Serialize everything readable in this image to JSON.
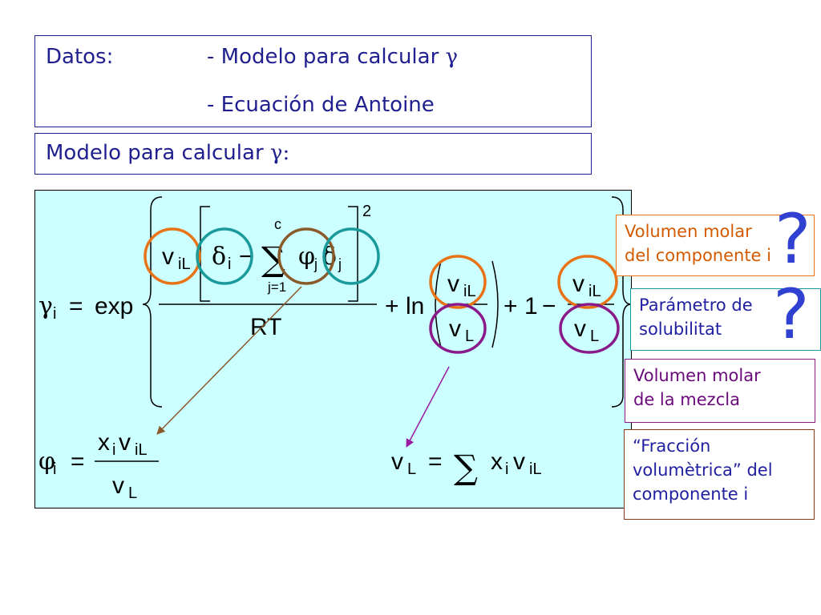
{
  "datos": {
    "label": "Datos:",
    "item1": "- Modelo para calcular ",
    "item1_symbol": "γ",
    "item2": "- Ecuación de Antoine"
  },
  "modelo": {
    "label": "Modelo para calcular ",
    "symbol": "γ",
    "colon": ":"
  },
  "formula": {
    "gamma": "γ",
    "i": "i",
    "equals": "=",
    "exp": "exp",
    "v": "v",
    "iL": "iL",
    "L": "L",
    "delta": "δ",
    "minus": "−",
    "sum": "∑",
    "c": "c",
    "j_eq_1": "j=1",
    "phi": "φ",
    "j": "j",
    "two": "2",
    "RT": "RT",
    "plus": "+",
    "ln": "ln",
    "one": "1",
    "x": "x"
  },
  "annotations": {
    "vol_componente_line1": "Volumen molar",
    "vol_componente_line2": "del componente i",
    "param_line1": "Parámetro de",
    "param_line2": "solubilitat",
    "vol_mezcla_line1": "Volumen molar",
    "vol_mezcla_line2": "de la mezcla",
    "fraccion_line1": "“Fracción",
    "fraccion_line2": "volumètrica” del",
    "fraccion_line3": "componente i",
    "question_mark": "?"
  },
  "colors": {
    "text_blue": "#1f1f8f",
    "formula_bg": "#ccffff",
    "orange": "#e87317",
    "teal": "#1a9a9a",
    "brown": "#8a5a2a",
    "purple": "#8a1a8a",
    "question_blue": "#3040d0"
  }
}
